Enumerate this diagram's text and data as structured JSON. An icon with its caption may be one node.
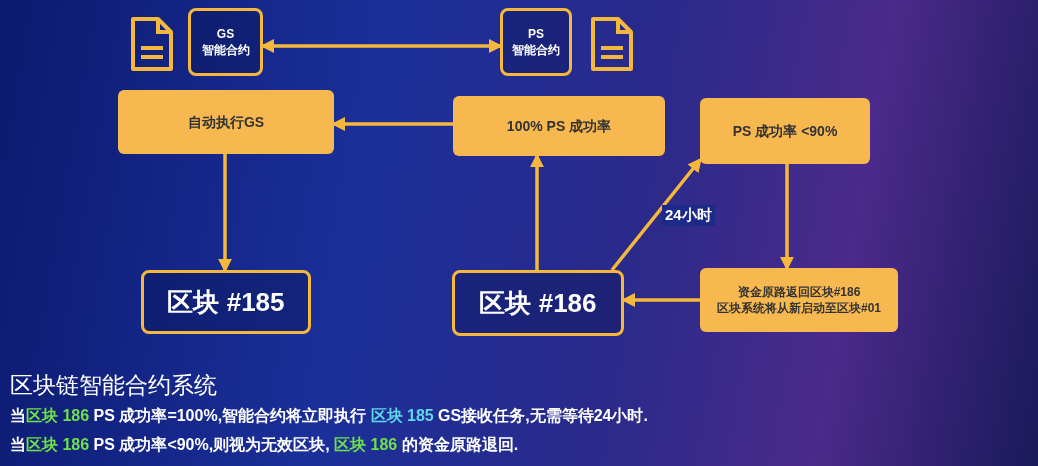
{
  "diagram": {
    "title": "区块链智能合约系统",
    "nodes": [
      {
        "text": [
          "GS",
          "智能合约"
        ]
      },
      {
        "text": [
          "PS",
          "智能合约"
        ]
      },
      {
        "text": [
          "自动执行GS"
        ]
      },
      {
        "text": [
          "100% PS 成功率"
        ]
      },
      {
        "text": [
          "PS 成功率 <90%"
        ]
      },
      {
        "text": [
          "区块 #185"
        ]
      },
      {
        "text": [
          "区块 #186"
        ]
      },
      {
        "text": [
          "资金原路返回区块#186",
          "区块系统将从新启动至区块#01"
        ]
      }
    ],
    "edges": [
      {
        "from": 0,
        "to": 1,
        "arrow": "both"
      },
      {
        "from": 3,
        "to": 2,
        "arrow": "to"
      },
      {
        "from": 2,
        "to": 5,
        "arrow": "to"
      },
      {
        "from": 6,
        "to": 3,
        "arrow": "to"
      },
      {
        "from": 6,
        "to": 4,
        "arrow": "to",
        "label": "24小时"
      },
      {
        "from": 4,
        "to": 7,
        "arrow": "to"
      },
      {
        "from": 7,
        "to": 6,
        "arrow": "to"
      }
    ],
    "labels": [
      "当**区块 186** PS 成功率=100%,智能合约将立即执行 **区块 185** GS接收任务,无需等待24小时.",
      "当**区块 186** PS 成功率<90%,则视为无效区块, **区块 186** 的资金原路退回."
    ]
  }
}
